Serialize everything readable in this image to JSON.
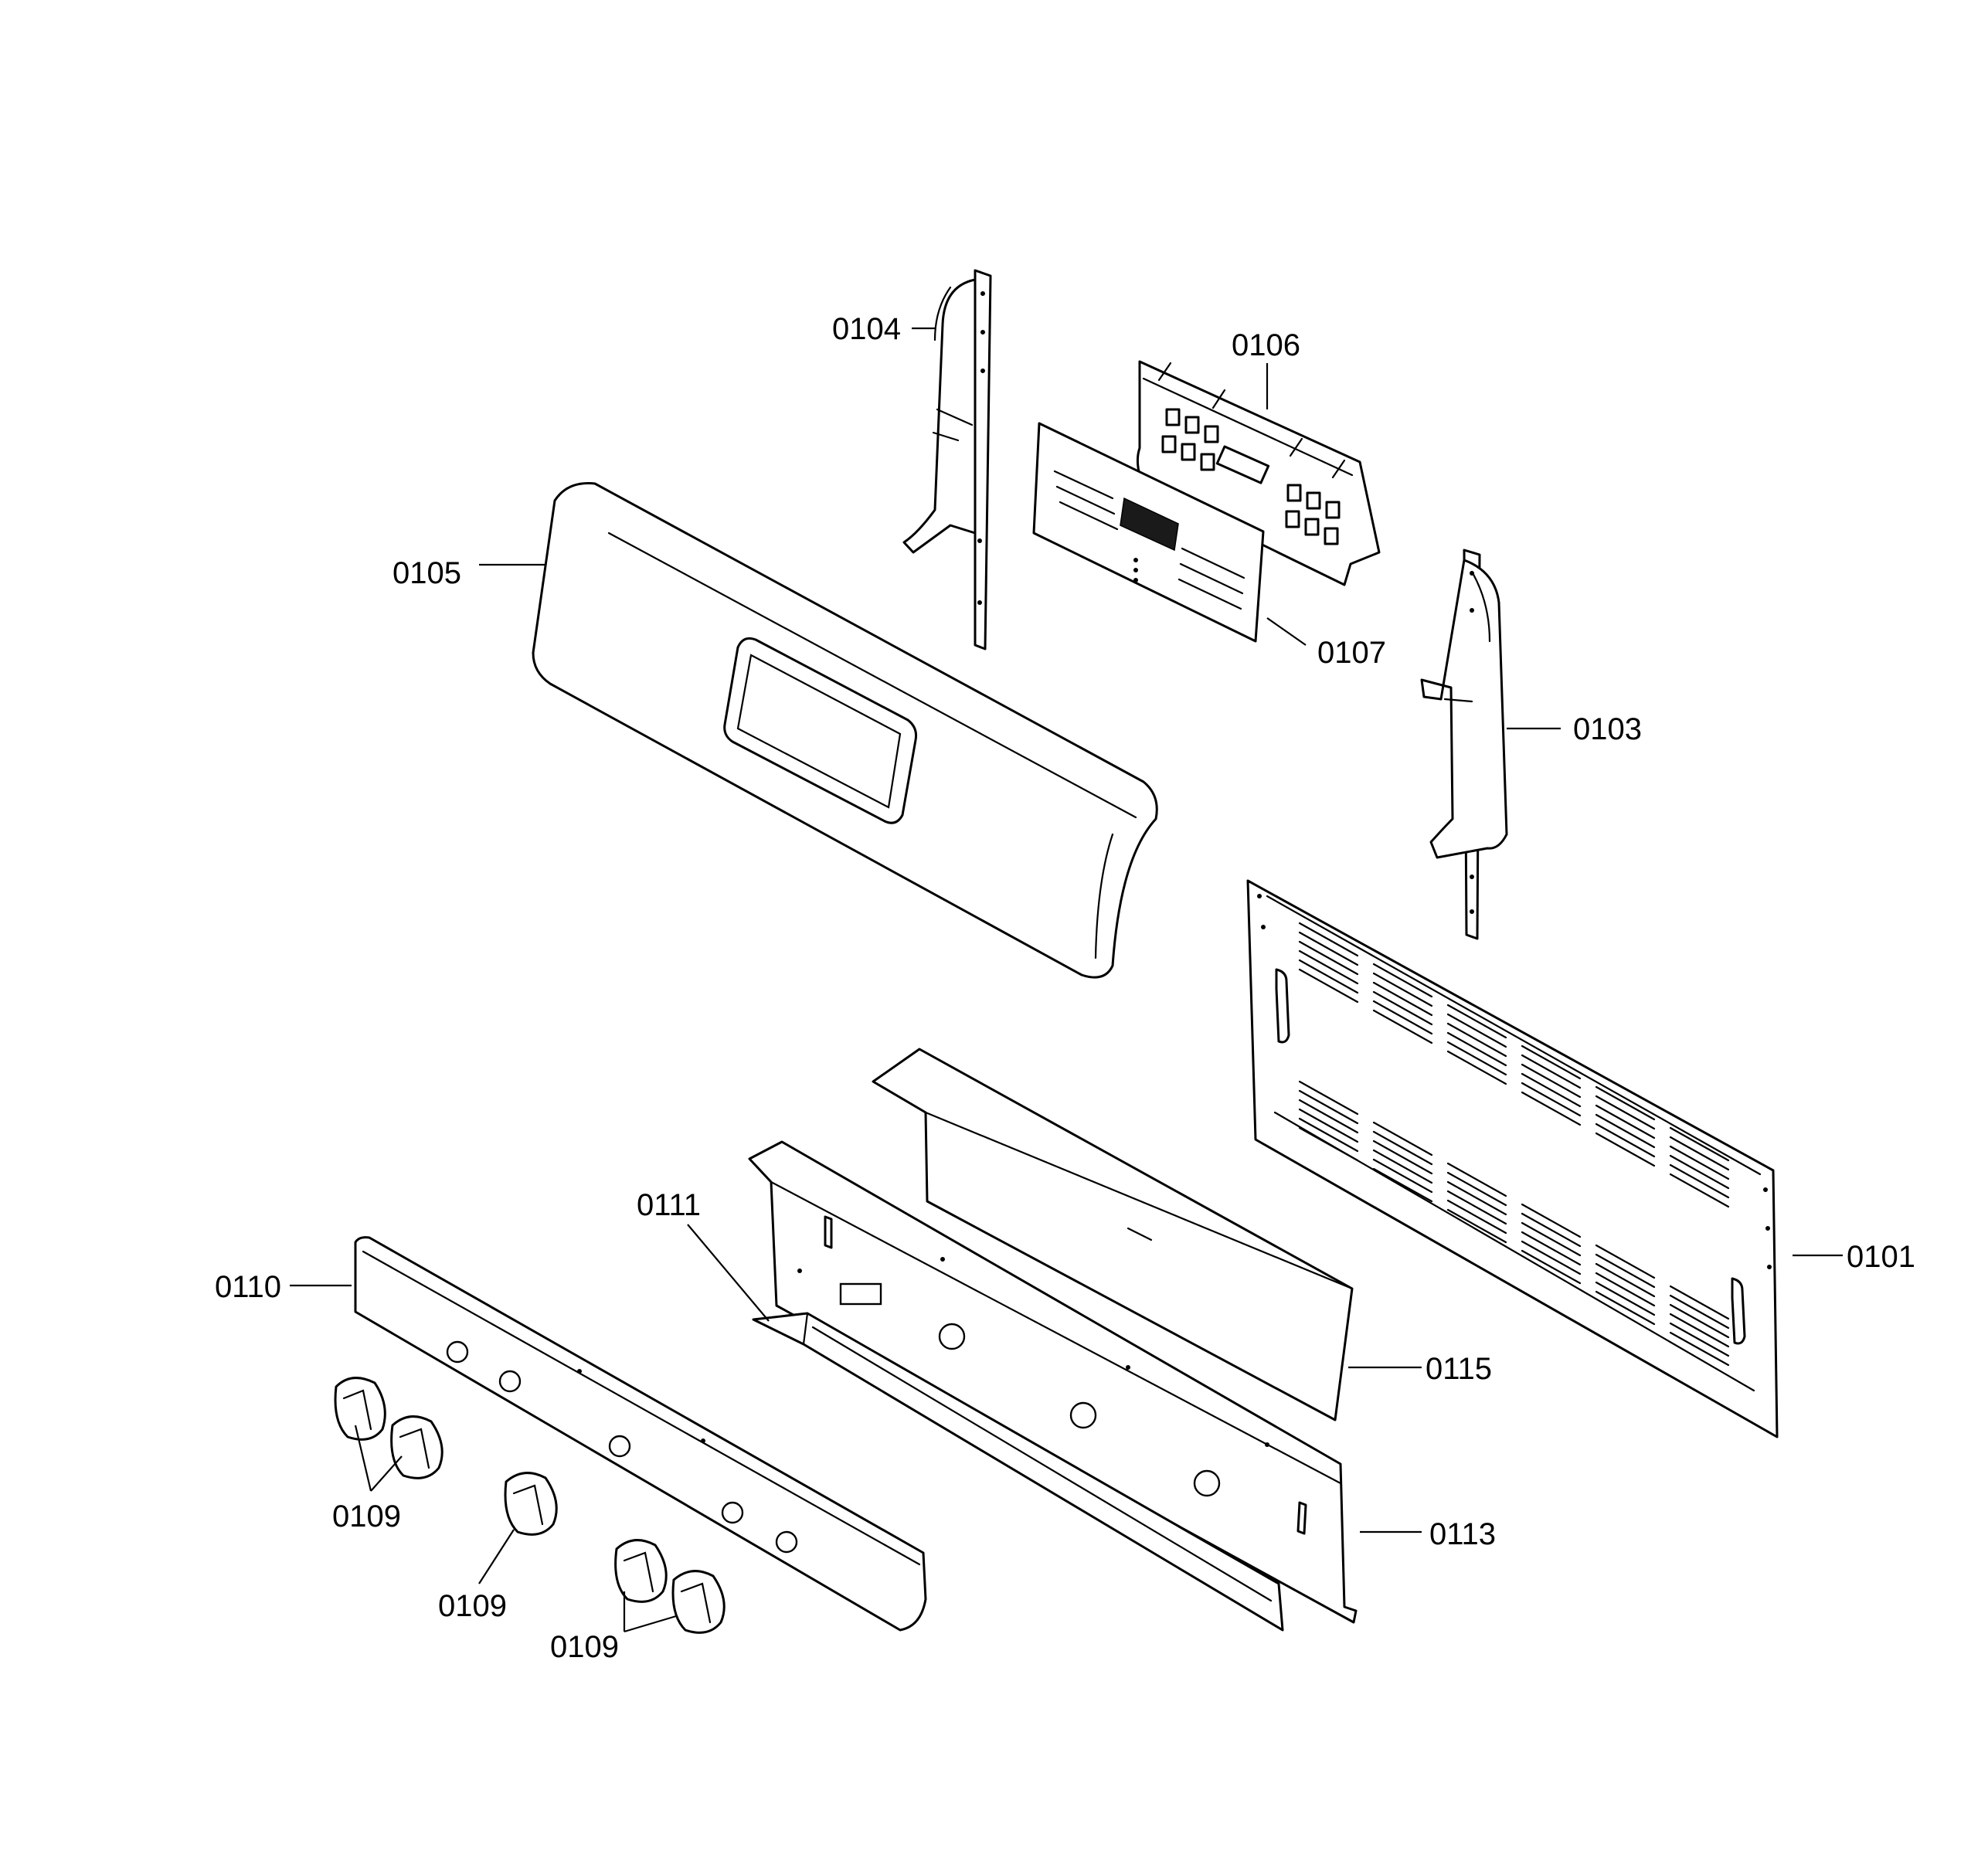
{
  "callouts": {
    "c0101": "0101",
    "c0103": "0103",
    "c0104": "0104",
    "c0105": "0105",
    "c0106": "0106",
    "c0107": "0107",
    "c0109a": "0109",
    "c0109b": "0109",
    "c0109c": "0109",
    "c0110": "0110",
    "c0111": "0111",
    "c0113": "0113",
    "c0115": "0115"
  },
  "colors": {
    "line": "#000000",
    "background": "#ffffff"
  }
}
